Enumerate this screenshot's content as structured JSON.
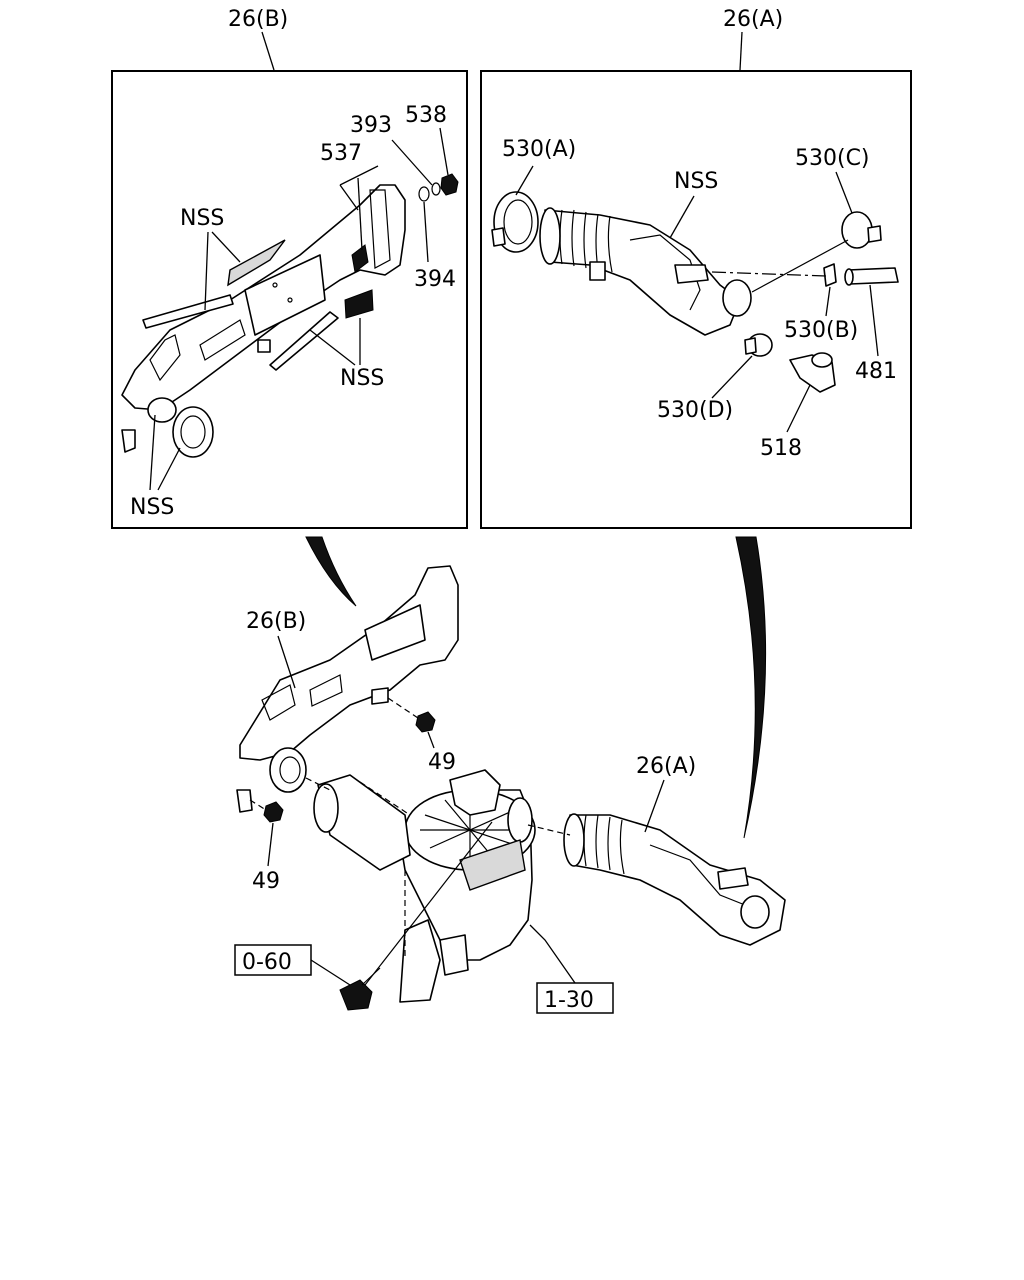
{
  "callouts": {
    "top_b": "26(B)",
    "top_a": "26(A)",
    "b_538": "538",
    "b_393": "393",
    "b_537": "537",
    "b_394": "394",
    "b_nss_1": "NSS",
    "b_nss_2": "NSS",
    "b_nss_3": "NSS",
    "a_530a": "530(A)",
    "a_nss": "NSS",
    "a_530c": "530(C)",
    "a_530b": "530(B)",
    "a_481": "481",
    "a_530d": "530(D)",
    "a_518": "518",
    "m_26b": "26(B)",
    "m_49_upper": "49",
    "m_49_lower": "49",
    "m_26a": "26(A)",
    "m_060": "0-60",
    "m_130": "1-30"
  }
}
